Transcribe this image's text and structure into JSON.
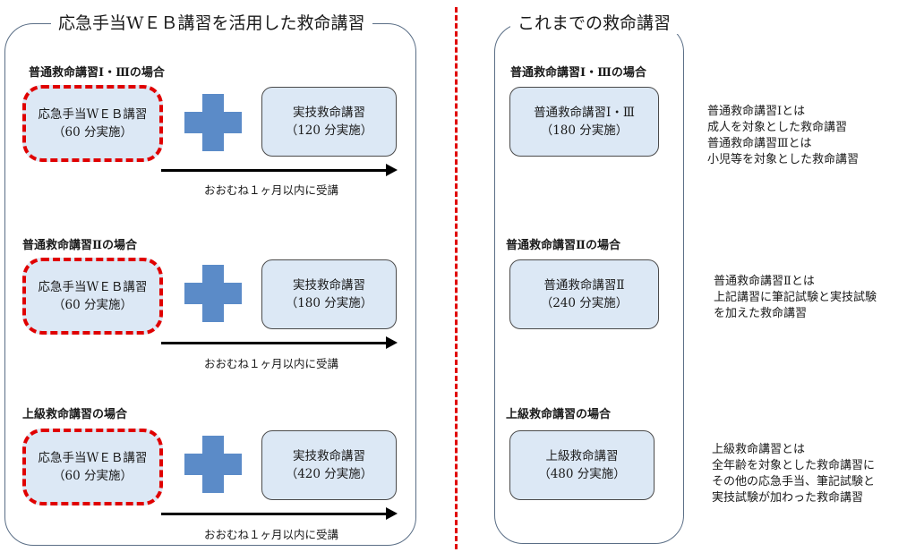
{
  "left_panel": {
    "title": "応急手当WＥＢ講習を活用した救命講習",
    "sections": [
      {
        "label": "普通救命講習Ⅰ・Ⅲの場合",
        "web_line1": "応急手当WＥＢ講習",
        "web_line2": "（60 分実施）",
        "practical_line1": "実技救命講習",
        "practical_line2": "（120 分実施）",
        "caption": "おおむね１ヶ月以内に受講"
      },
      {
        "label": "普通救命講習Ⅱの場合",
        "web_line1": "応急手当WＥＢ講習",
        "web_line2": "（60 分実施）",
        "practical_line1": "実技救命講習",
        "practical_line2": "（180 分実施）",
        "caption": "おおむね１ヶ月以内に受講"
      },
      {
        "label": "上級救命講習の場合",
        "web_line1": "応急手当WＥＢ講習",
        "web_line2": "（60 分実施）",
        "practical_line1": "実技救命講習",
        "practical_line2": "（420 分実施）",
        "caption": "おおむね１ヶ月以内に受講"
      }
    ]
  },
  "right_panel": {
    "title": "これまでの救命講習",
    "sections": [
      {
        "label": "普通救命講習Ⅰ・Ⅲの場合",
        "line1": "普通救命講習Ⅰ・Ⅲ",
        "line2": "（180 分実施）"
      },
      {
        "label": "普通救命講習Ⅱの場合",
        "line1": "普通救命講習Ⅱ",
        "line2": "（240 分実施）"
      },
      {
        "label": "上級救命講習の場合",
        "line1": "上級救命講習",
        "line2": "（480 分実施）"
      }
    ]
  },
  "notes": [
    [
      "普通救命講習Ⅰとは",
      "成人を対象とした救命講習",
      "普通救命講習Ⅲとは",
      "小児等を対象とした救命講習"
    ],
    [
      "普通救命講習Ⅱとは",
      "上記講習に筆記試験と実技試験",
      "を加えた救命講習"
    ],
    [
      "上級救命講習とは",
      "全年齢を対象とした救命講習に",
      "その他の応急手当、筆記試験と",
      "実技試験が加わった救命講習"
    ]
  ],
  "colors": {
    "box_fill": "#dce8f5",
    "web_border": "#e00000",
    "plus": "#5b8bc8",
    "divider": "#e00000"
  }
}
